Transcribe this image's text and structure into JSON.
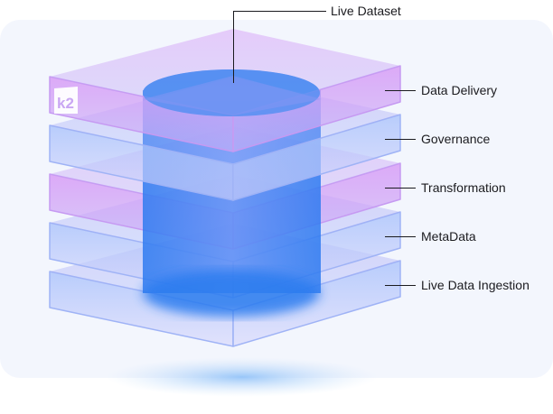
{
  "diagram": {
    "title_callout": "Live Dataset",
    "layers": [
      {
        "name": "Data Delivery",
        "tint": "purple"
      },
      {
        "name": "Governance",
        "tint": "blue"
      },
      {
        "name": "Transformation",
        "tint": "purple"
      },
      {
        "name": "MetaData",
        "tint": "blue"
      },
      {
        "name": "Live Data Ingestion",
        "tint": "blue"
      }
    ],
    "core": "database-cylinder",
    "logo": "k2-logo",
    "colors": {
      "purple": "#d9a6f5",
      "blue": "#b9ccfb",
      "cylinder": "#3f86f2",
      "panel": "#f3f6fd",
      "text": "#1b1b1f"
    }
  }
}
